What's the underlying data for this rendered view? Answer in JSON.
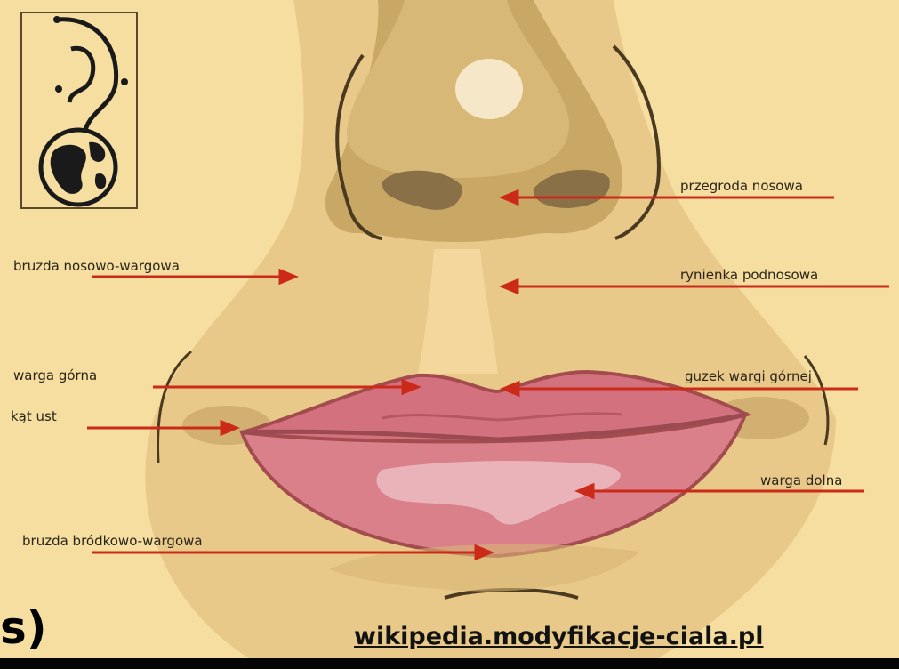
{
  "labels": {
    "septum": "przegroda nosowa",
    "nasolabial": "bruzda nosowo-wargowa",
    "philtrum": "rynienka podnosowa",
    "upper_lip": "warga górna",
    "tubercle": "guzek wargi górnej",
    "corner": "kąt ust",
    "lower_lip": "warga dolna",
    "mentolabial": "bruzda bródkowo-wargowa"
  },
  "credit": "wikipedia.modyfikacje-ciala.pl",
  "fragment": "s)",
  "colors": {
    "background": "#f5dea0",
    "skin": "#e9c98a",
    "shadow": "#c9a764",
    "lips": "#d9808a",
    "arrows": "#cc2a18"
  },
  "icons": [
    "ear-icon",
    "globe-icon"
  ]
}
